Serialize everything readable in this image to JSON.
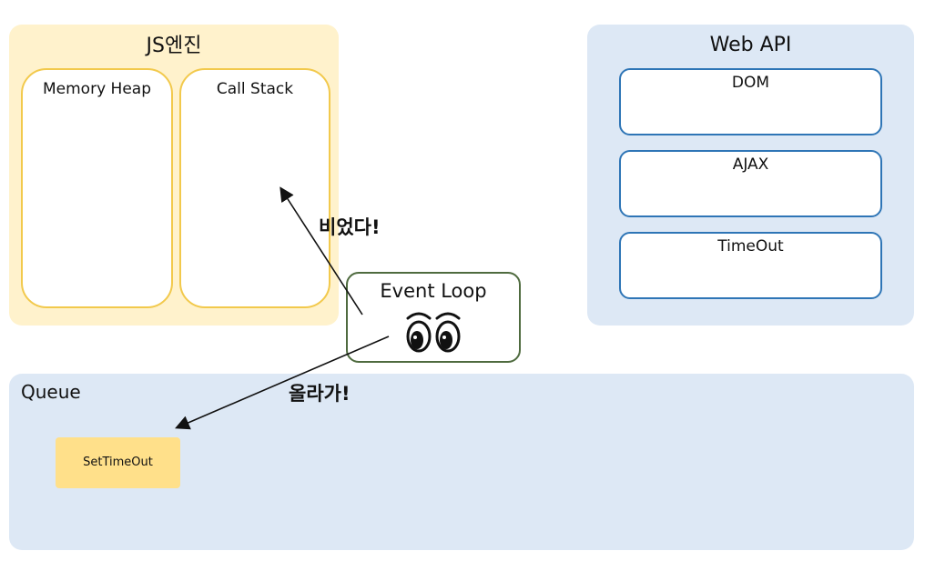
{
  "js_engine": {
    "title": "JS엔진",
    "memory_heap": "Memory Heap",
    "call_stack": "Call Stack"
  },
  "web_api": {
    "title": "Web API",
    "items": [
      "DOM",
      "AJAX",
      "TimeOut"
    ]
  },
  "event_loop": {
    "label": "Event Loop",
    "icon": "eyes-icon"
  },
  "queue": {
    "title": "Queue",
    "items": [
      "SetTimeOut"
    ]
  },
  "annotations": {
    "call_stack_empty": "비었다!",
    "move_up": "올라가!"
  },
  "colors": {
    "js_engine_bg": "#fff2cc",
    "js_engine_border": "#f2c94c",
    "web_api_bg": "#dde8f5",
    "web_api_border": "#2e75b6",
    "event_loop_border": "#4f6b3f",
    "queue_item_bg": "#ffe08a"
  }
}
